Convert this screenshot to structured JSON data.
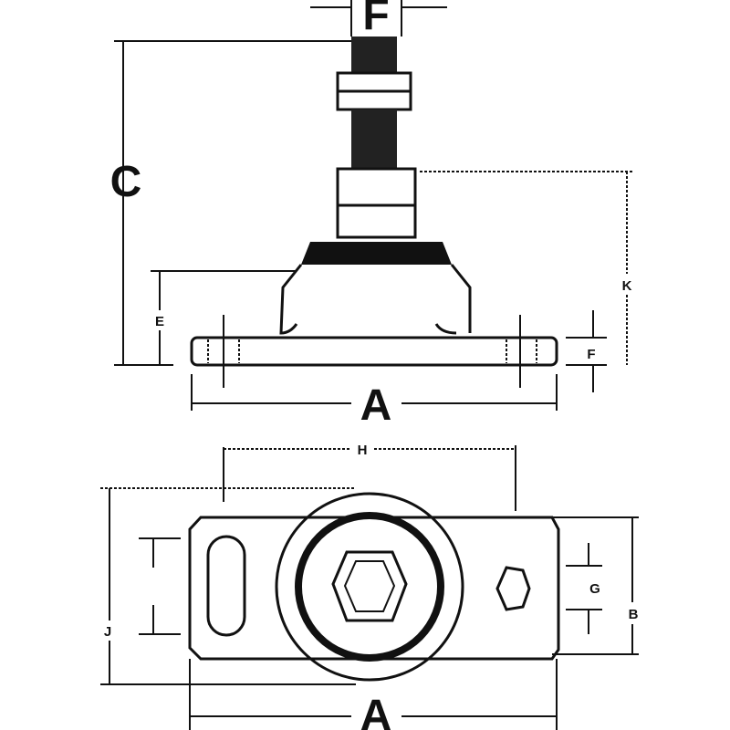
{
  "title": "Engine mount dimension drawing",
  "labels": {
    "stud_width": "F",
    "overall_height": "C",
    "base_height": "E",
    "stud_height": "K",
    "base_thickness": "F",
    "base_length_side": "A",
    "hole_spacing": "H",
    "overall_width": "J",
    "hole_diameter": "G",
    "base_width": "B",
    "base_length_top": "A"
  }
}
